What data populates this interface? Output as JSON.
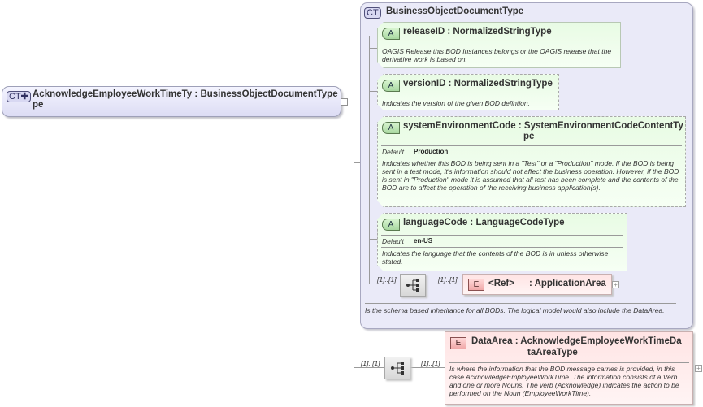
{
  "root": {
    "badge": "CT",
    "name_line1": "AcknowledgeEmployeeWorkTimeTy",
    "name_line2": "pe",
    "separator": ":",
    "type": "BusinessObjectDocumentType"
  },
  "base_type": {
    "badge": "CT",
    "name": "BusinessObjectDocumentType",
    "description": "Is the schema based inheritance for all BODs. The logical model would also include the DataArea.",
    "attributes": [
      {
        "badge": "A",
        "name": "releaseID",
        "type": "NormalizedStringType",
        "description": "OAGIS Release this BOD Instances belongs or the OAGIS release that the derivative work is based on."
      },
      {
        "badge": "A",
        "name": "versionID",
        "type": "NormalizedStringType",
        "description": "Indicates the version of the given BOD defintion."
      },
      {
        "badge": "A",
        "name": "systemEnvironmentCode",
        "type_line1": "SystemEnvironmentCodeContentTy",
        "type_line2": "pe",
        "default_label": "Default",
        "default_value": "Production",
        "description": "Indicates whether this BOD is being sent in a \"Test\" or a \"Production\" mode. If the BOD is being sent in a test mode, it's information should not affect the business operation. However, if the BOD is sent in \"Production\" mode it is assumed that all test has been complete and the contents of the BOD are to affect the operation of the receiving business application(s)."
      },
      {
        "badge": "A",
        "name": "languageCode",
        "type": "LanguageCodeType",
        "default_label": "Default",
        "default_value": "en-US",
        "description": "Indicates the language that the contents of the BOD is in unless otherwise stated."
      }
    ],
    "sequence_cardinality": "[1]..[1]",
    "application_area": {
      "badge": "E",
      "ref": "<Ref>",
      "name": ": ApplicationArea",
      "cardinality": "[1]..[1]"
    }
  },
  "data_area": {
    "sequence_cardinality": "[1]..[1]",
    "cardinality": "[1]..[1]",
    "badge": "E",
    "name": "DataArea",
    "type_line1": "AcknowledgeEmployeeWorkTimeDa",
    "type_line2": "taAreaType",
    "description": "Is where the information that the BOD message carries is provided, in this case AcknowledgeEmployeeWorkTime. The information consists of a Verb and one or more Nouns. The verb (Acknowledge) indicates the action to be performed on the Noun (EmployeeWorkTime)."
  }
}
